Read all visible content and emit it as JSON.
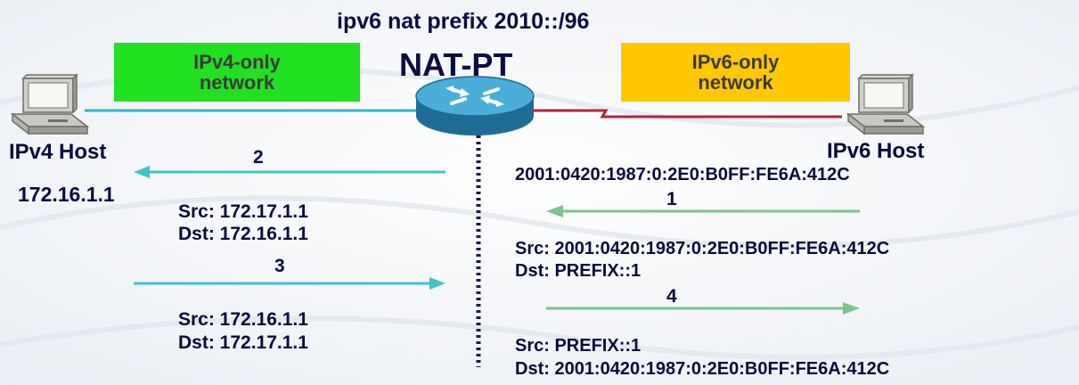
{
  "title": "ipv6 nat prefix 2010::/96",
  "router_label": "NAT-PT",
  "ipv4_network": {
    "line1": "IPv4-only",
    "line2": "network",
    "color": "#22e022"
  },
  "ipv6_network": {
    "line1": "IPv6-only",
    "line2": "network",
    "color": "#ffc800"
  },
  "ipv4_host": {
    "label": "IPv4 Host",
    "address": "172.16.1.1"
  },
  "ipv6_host": {
    "label": "IPv6 Host",
    "address": "2001:0420:1987:0:2E0:B0FF:FE6A:412C"
  },
  "flows": [
    {
      "step": "1",
      "src": "Src: 2001:0420:1987:0:2E0:B0FF:FE6A:412C",
      "dst": "Dst: PREFIX::1"
    },
    {
      "step": "2",
      "src": "Src: 172.17.1.1",
      "dst": "Dst: 172.16.1.1"
    },
    {
      "step": "3",
      "src": "Src: 172.16.1.1",
      "dst": "Dst: 172.17.1.1"
    },
    {
      "step": "4",
      "src": "Src: PREFIX::1",
      "dst": "Dst: 2001:0420:1987:0:2E0:B0FF:FE6A:412C"
    }
  ],
  "colors": {
    "ipv4_link": "#2fb5c8",
    "ipv6_link": "#b0243a",
    "ipv4_arrows": "#3ec3cf",
    "ipv6_arrows": "#7cc48c",
    "router": "#2f8fbf",
    "boundary": "#1a1a50"
  },
  "icons": [
    "computer-icon",
    "router-icon"
  ]
}
